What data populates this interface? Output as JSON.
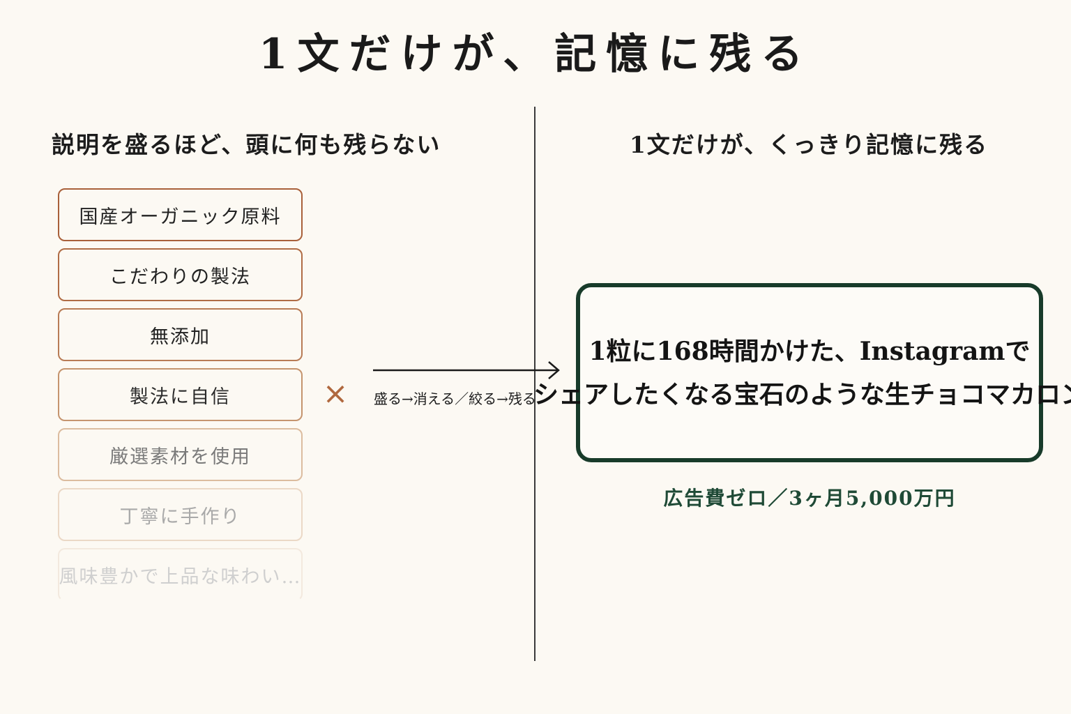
{
  "title": "1文だけが、記憶に残る",
  "left": {
    "heading": "説明を盛るほど、頭に何も残らない",
    "items": [
      "国産オーガニック原料",
      "こだわりの製法",
      "無添加",
      "製法に自信",
      "厳選素材を使用",
      "丁寧に手作り",
      "風味豊かで上品な味わい…"
    ]
  },
  "operator": "×",
  "arrow_caption": "盛る→消える／絞る→残る",
  "right": {
    "heading": "1文だけが、くっきり記憶に残る",
    "highlight_lines": [
      "1粒に168時間かけた、Instagramで",
      "シェアしたくなる宝石のような生チョコマカロン"
    ],
    "result": "広告費ゼロ／3ヶ月5,000万円"
  },
  "colors": {
    "background": "#fcf9f3",
    "brown_accent": "#a9603a",
    "green_accent": "#183b2a",
    "result_text": "#1f4a36"
  }
}
